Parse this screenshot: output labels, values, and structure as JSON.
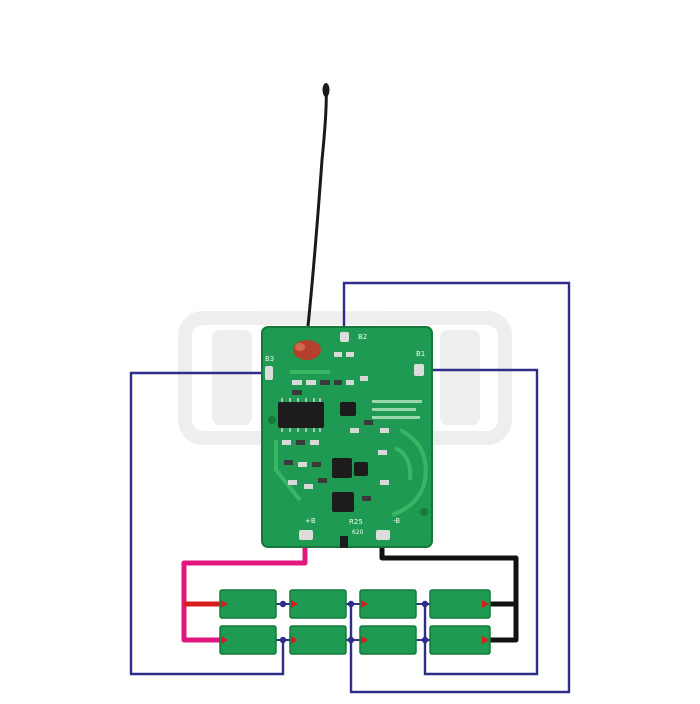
{
  "pcb": {
    "labels": {
      "b3": "B3",
      "b2": "B2",
      "b1": "B1",
      "plus": "+B",
      "minus": "-B",
      "r25": "R25",
      "r_code": "620"
    }
  },
  "colors": {
    "board": "#1f9a52",
    "board_edge": "#137a3b",
    "trace": "#3fbe6a",
    "wire_balance": "#2e2e8a",
    "wire_positive": "#e0187e",
    "wire_negative": "#111111",
    "wire_series": "#d71e1e",
    "antenna": "#1a1a1a",
    "ntc": "#b3412c",
    "cell": "#1f9a52",
    "chip": "#1c1c1c"
  },
  "cells": {
    "rows": 2,
    "columns": 4
  },
  "icons": [
    "ntc-thermistor-icon",
    "chip-icon",
    "solder-pad-icon"
  ]
}
